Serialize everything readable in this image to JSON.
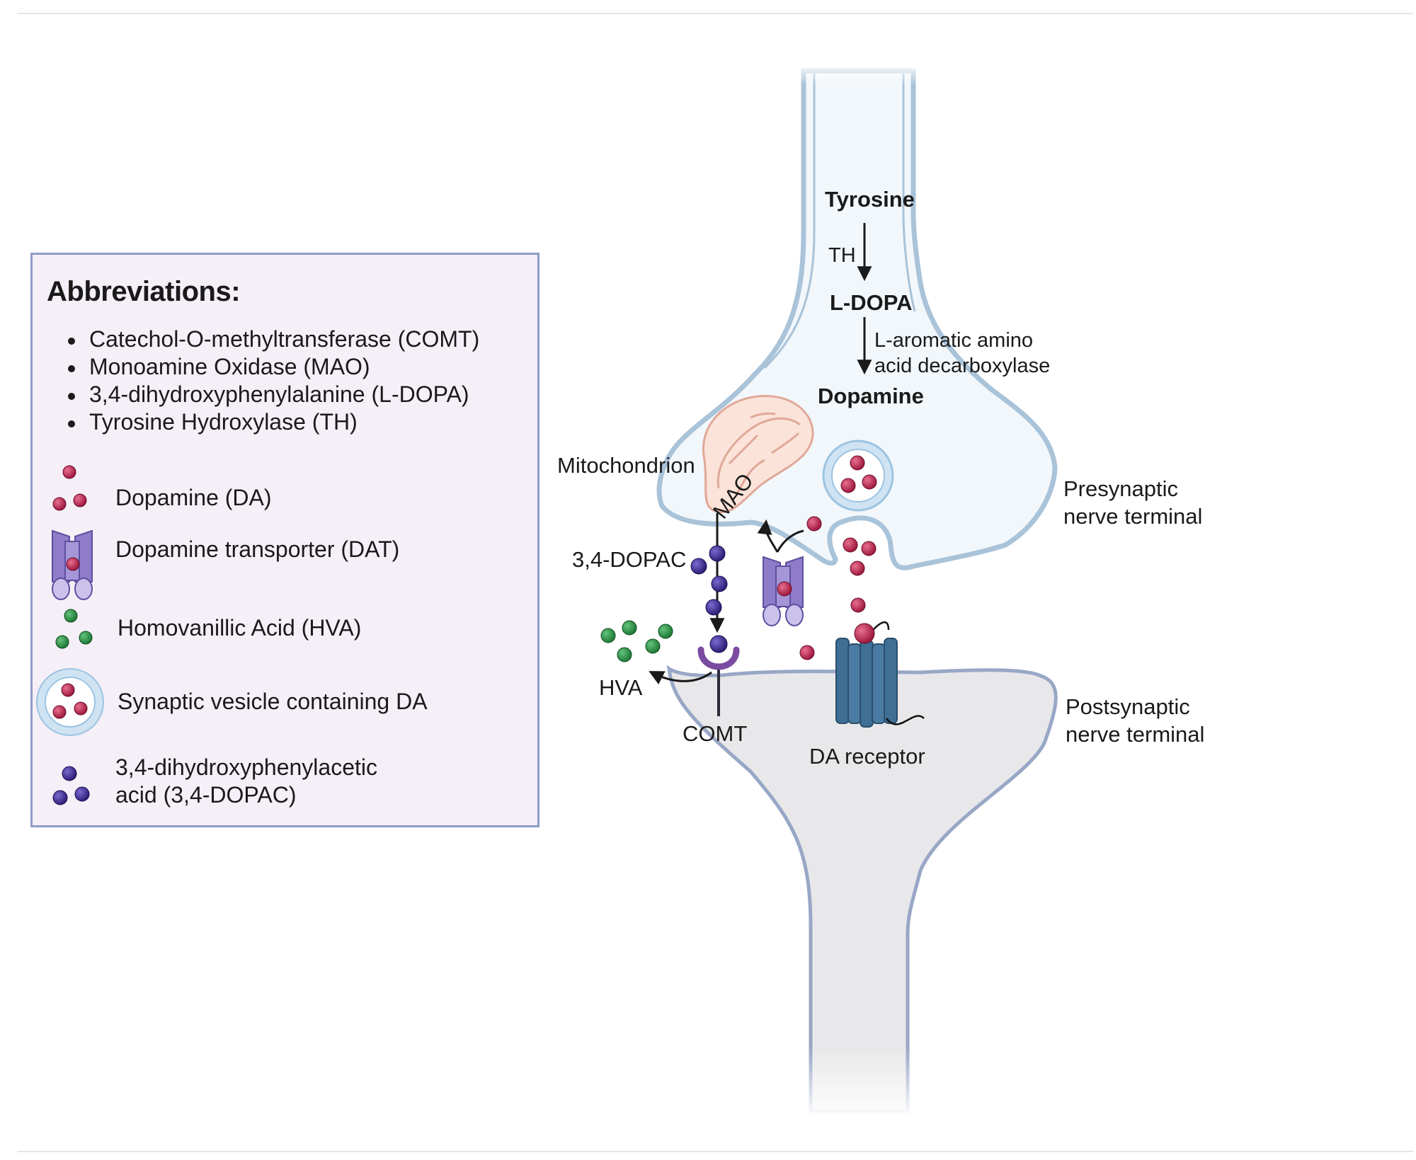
{
  "legend": {
    "title": "Abbreviations:",
    "bullets": [
      "Catechol-O-methyltransferase (COMT)",
      "Monoamine Oxidase (MAO)",
      "3,4-dihydroxyphenylalanine (L-DOPA)",
      "Tyrosine Hydroxylase (TH)"
    ],
    "keys": {
      "dopamine": "Dopamine (DA)",
      "dat": "Dopamine transporter (DAT)",
      "hva": "Homovanillic Acid (HVA)",
      "vesicle": "Synaptic vesicle containing DA",
      "dopac_line1": "3,4-dihydroxyphenylacetic",
      "dopac_line2": "acid (3,4-DOPAC)"
    }
  },
  "pathway": {
    "tyrosine": "Tyrosine",
    "th": "TH",
    "ldopa": "L-DOPA",
    "enzyme_line1": "L-aromatic amino",
    "enzyme_line2": "acid decarboxylase",
    "dopamine": "Dopamine"
  },
  "labels": {
    "mitochondrion": "Mitochondrion",
    "mao": "MAO",
    "dopac": "3,4-DOPAC",
    "hva": "HVA",
    "comt": "COMT",
    "da_receptor": "DA receptor",
    "presynaptic_line1": "Presynaptic",
    "presynaptic_line2": "nerve terminal",
    "postsynaptic_line1": "Postsynaptic",
    "postsynaptic_line2": "nerve terminal"
  },
  "colors": {
    "dopamine": "#b5204a",
    "dopac": "#3b2a8a",
    "hva": "#2e8b45",
    "presynaptic_fill": "#f2f7fb",
    "presynaptic_stroke": "#a9c3d9",
    "postsynaptic_fill": "#e8e8ea",
    "postsynaptic_stroke": "#98a7c6",
    "mitochondrion": "#fbe3da",
    "transporter": "#8e7cc9",
    "receptor": "#3f6f95",
    "comt": "#7a4ba0",
    "legend_bg": "#f5eff7",
    "legend_border": "#8f9cc5"
  }
}
